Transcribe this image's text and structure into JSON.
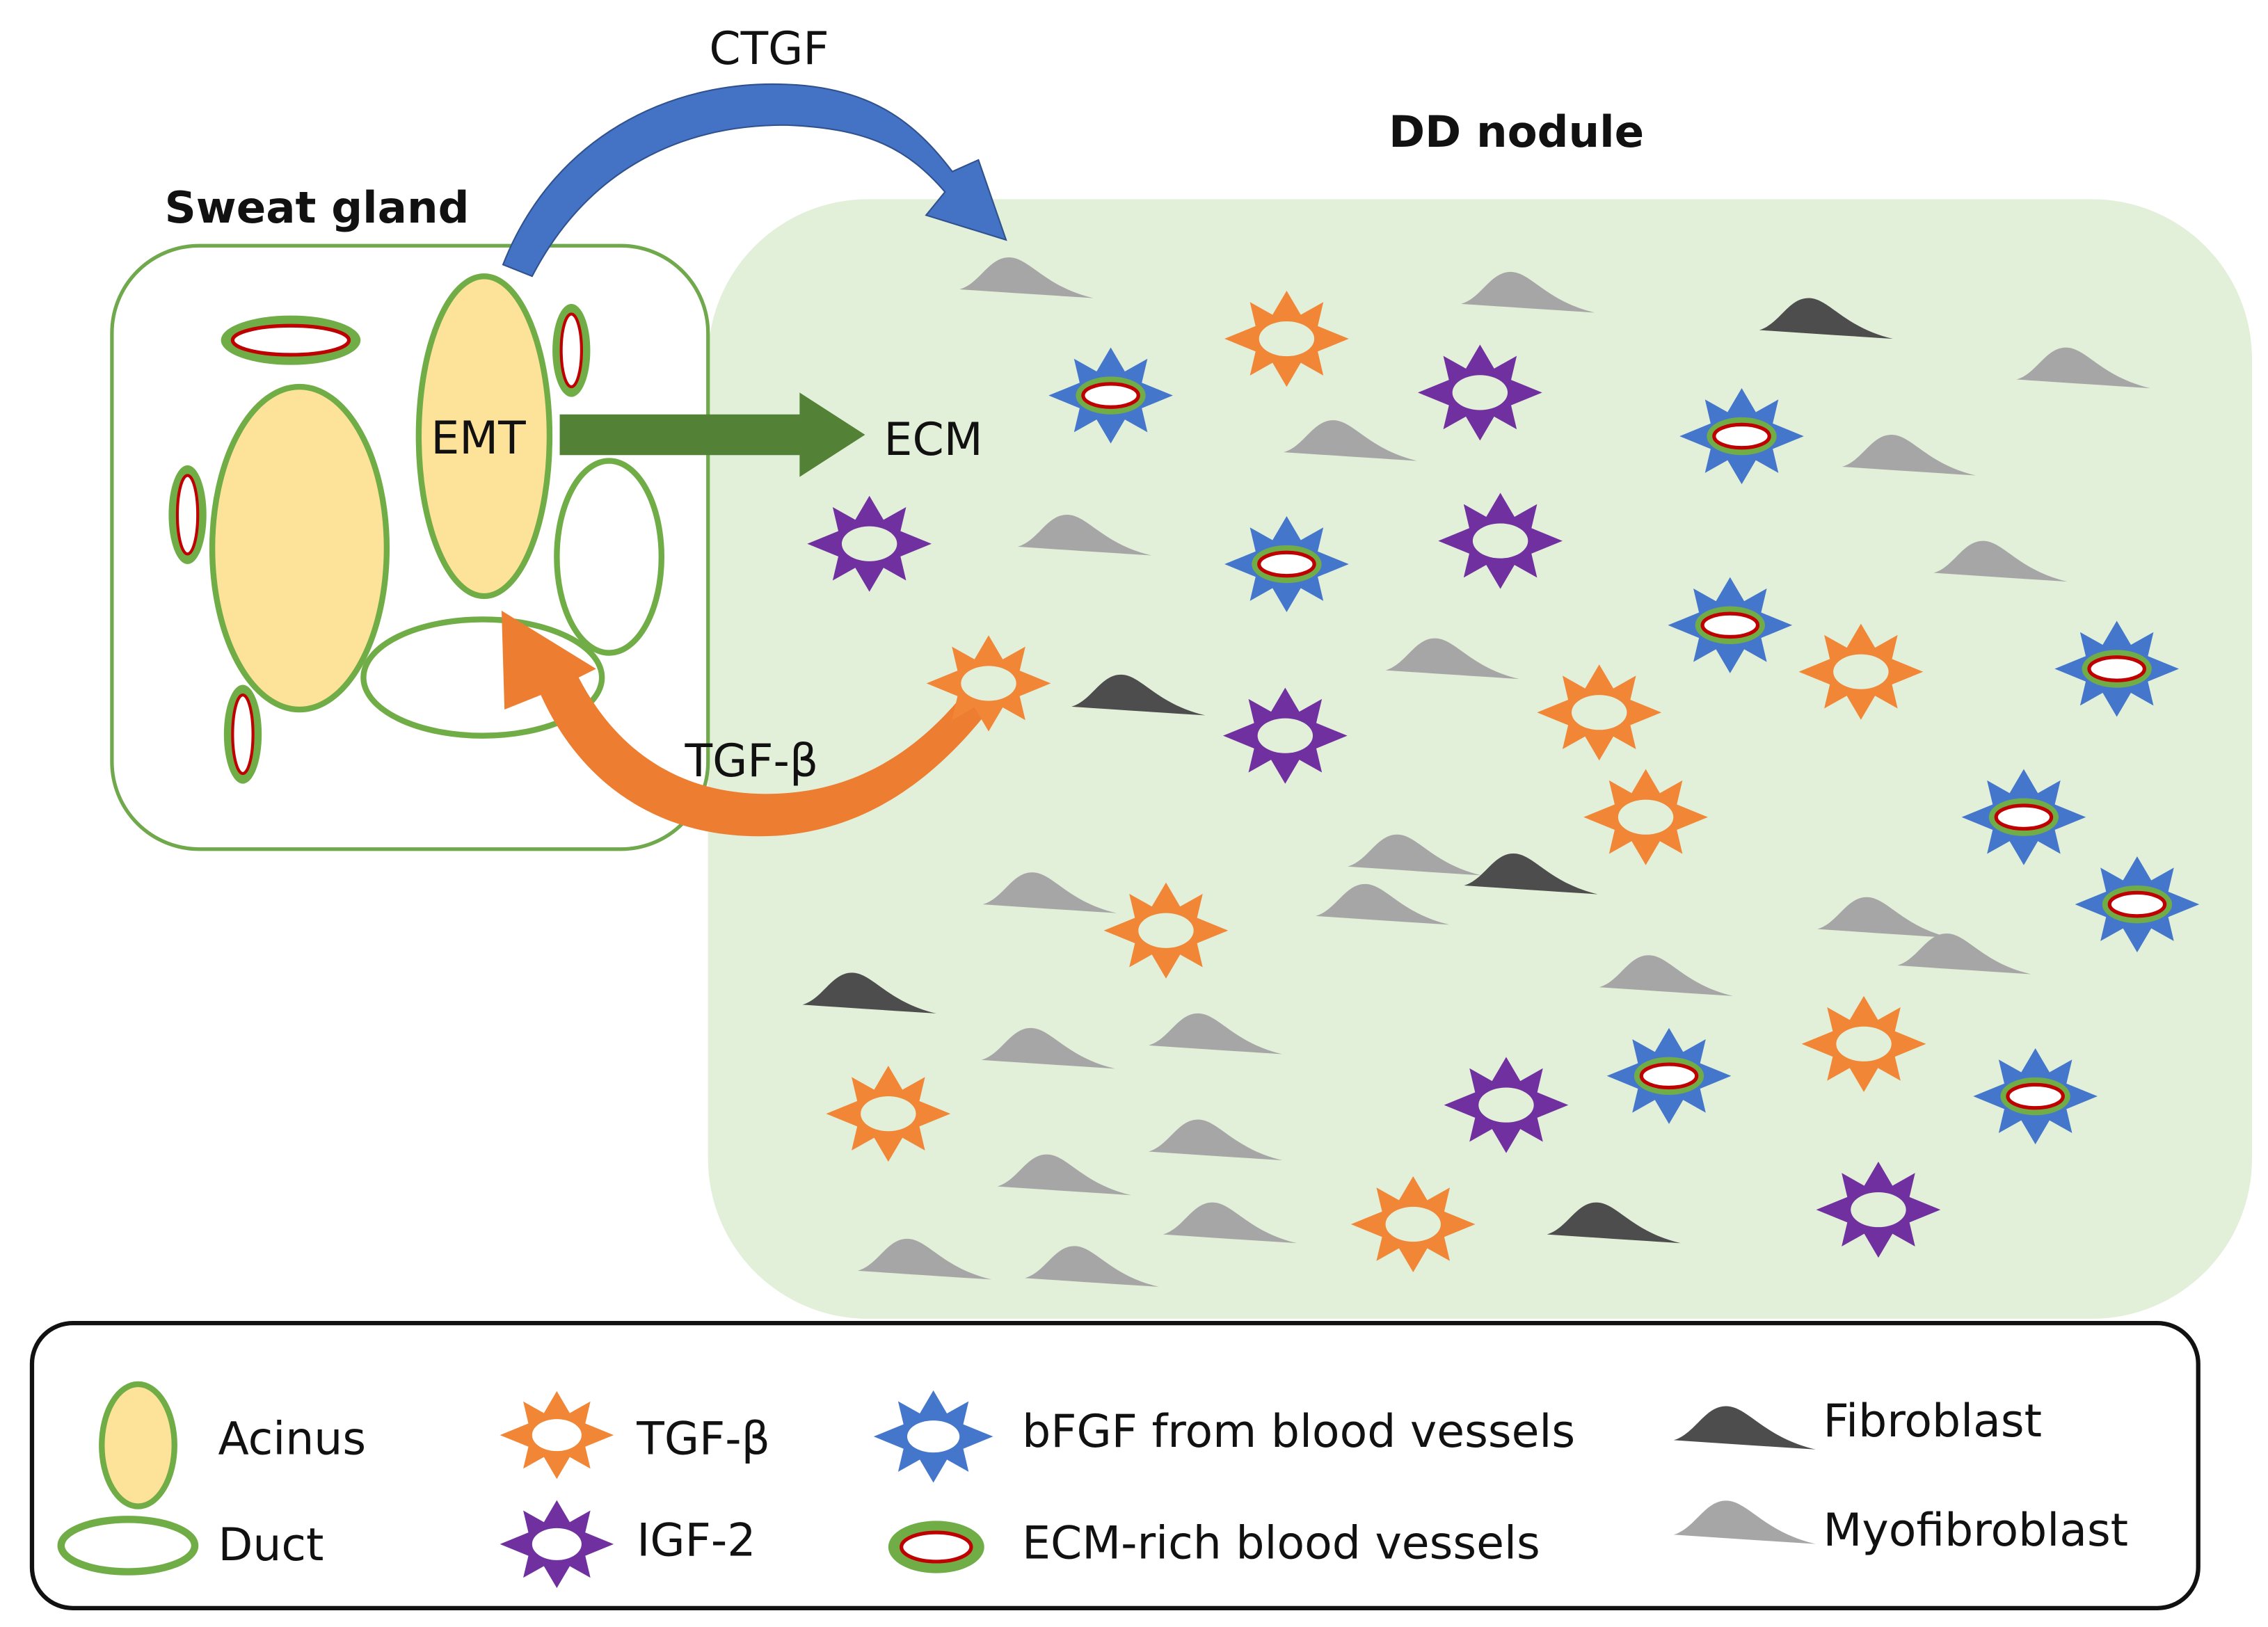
{
  "diagram": {
    "titles": {
      "sweat_gland": "Sweat gland",
      "dd_nodule": "DD nodule"
    },
    "labels": {
      "emt": "EMT",
      "ecm": "ECM",
      "ctgf": "CTGF",
      "tgf_beta": "TGF-β"
    },
    "colors": {
      "acinus_fill": "#FDE29A",
      "gland_green": "#6FA84A",
      "ecm_arrow": "#538135",
      "vessel_red": "#C00000",
      "ctgf_arrow": "#4472C4",
      "tgf_arrow": "#ED7D31",
      "tgf_star": "#F08636",
      "igf_star": "#7030A0",
      "bfgf_star": "#4477CC",
      "fibroblast": "#4D4D4D",
      "myofibroblast": "#A6A6A6",
      "nodule_bg": "#E2EFD9"
    },
    "legend": {
      "acinus": "Acinus",
      "duct": "Duct",
      "tgf_beta": "TGF-β",
      "igf2": "IGF-2",
      "bfgf": "bFGF from blood vessels",
      "ecm_vessels": "ECM-rich blood vessels",
      "fibroblast": "Fibroblast",
      "myofibroblast": "Myofibroblast"
    }
  }
}
